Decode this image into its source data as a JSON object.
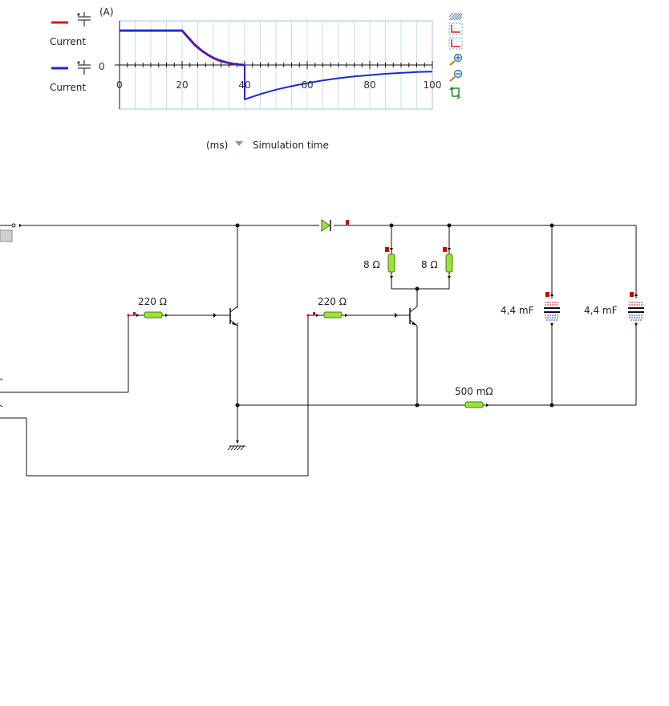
{
  "chart": {
    "y_unit": "(A)",
    "x_unit": "(ms)",
    "x_caption": "Simulation time",
    "y_zero_label": "0",
    "legend": [
      {
        "label": "Current",
        "color": "#e01010"
      },
      {
        "label": "Current",
        "color": "#1a2ad0"
      }
    ],
    "x_tick_labels": [
      "0",
      "20",
      "40",
      "60",
      "80",
      "100"
    ]
  },
  "chart_data": {
    "type": "line",
    "xlabel": "Simulation time",
    "x_unit": "ms",
    "ylabel": "",
    "y_unit": "A",
    "xlim": [
      0,
      100
    ],
    "grid": true,
    "legend": "left",
    "series": [
      {
        "name": "Current",
        "color": "#e01010",
        "x": [
          0,
          20,
          22,
          24,
          26,
          28,
          30,
          32,
          34,
          36,
          38,
          40
        ],
        "y": [
          0.78,
          0.78,
          0.62,
          0.46,
          0.34,
          0.24,
          0.16,
          0.1,
          0.06,
          0.03,
          0.01,
          0
        ]
      },
      {
        "name": "Current",
        "color": "#1a2ad0",
        "x": [
          0,
          20,
          22,
          24,
          26,
          28,
          30,
          32,
          34,
          36,
          38,
          40,
          40,
          45,
          50,
          55,
          60,
          65,
          70,
          75,
          80,
          85,
          90,
          95,
          100
        ],
        "y": [
          0.78,
          0.78,
          0.62,
          0.46,
          0.34,
          0.24,
          0.16,
          0.1,
          0.06,
          0.03,
          0.01,
          0,
          -0.78,
          -0.66,
          -0.56,
          -0.48,
          -0.41,
          -0.35,
          -0.3,
          -0.26,
          -0.23,
          -0.2,
          -0.18,
          -0.16,
          -0.15
        ]
      }
    ]
  },
  "toolbar_icons": [
    "hatch-icon",
    "axis-x-icon",
    "axis-y-icon",
    "zoom-in-icon",
    "zoom-out-icon",
    "fit-icon"
  ],
  "circuit": {
    "resistor_labels": [
      "220 Ω",
      "220 Ω",
      "8 Ω",
      "8 Ω",
      "500 mΩ"
    ],
    "capacitor_labels": [
      "4,4 mF",
      "4,4 mF"
    ]
  }
}
